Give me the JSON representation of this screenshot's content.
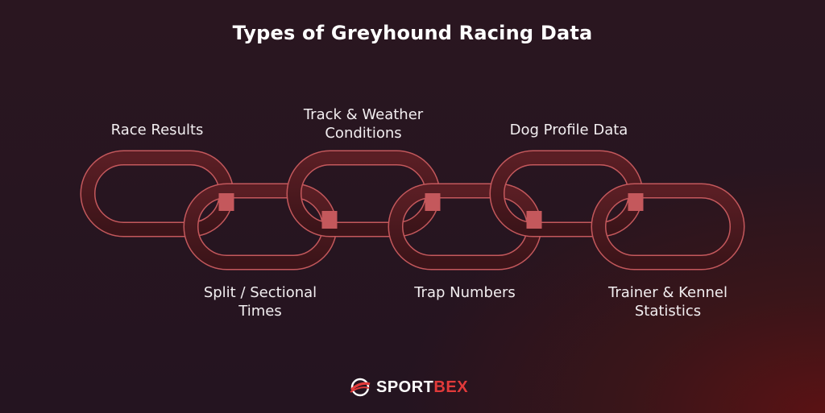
{
  "title": "Types of Greyhound Racing Data",
  "labels": {
    "race_results": "Race Results",
    "track_weather": "Track & Weather\nConditions",
    "dog_profile": "Dog Profile Data",
    "split_sectional": "Split / Sectional\nTimes",
    "trap_numbers": "Trap Numbers",
    "trainer_kennel": "Trainer & Kennel\nStatistics"
  },
  "logo": {
    "part1": "SPORT",
    "part2": "BEX"
  },
  "colors": {
    "link_stroke": "#8a2e32",
    "link_fill": "#4a1a1f",
    "link_edge": "#b4484c",
    "accent": "#e23a3a"
  }
}
